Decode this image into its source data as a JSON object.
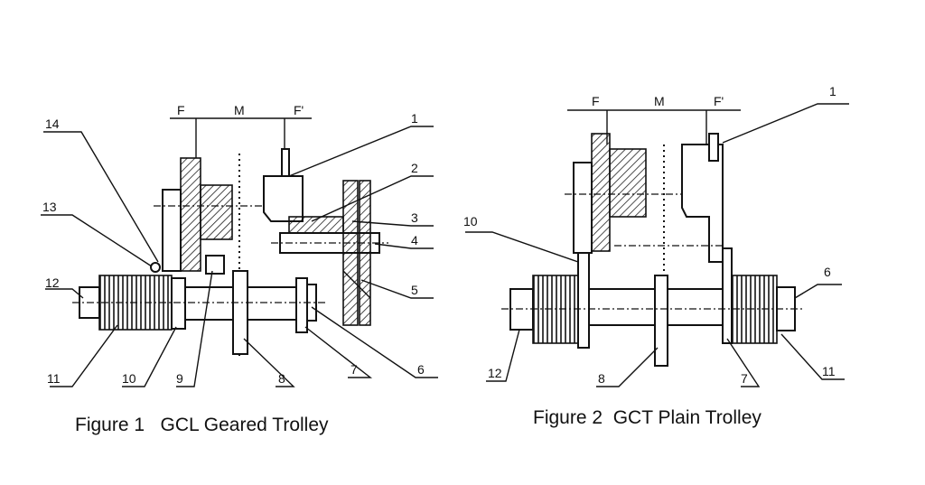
{
  "figure1": {
    "caption": "Figure 1   GCL Geared Trolley",
    "dimension_labels": {
      "f": "F",
      "m": "M",
      "f_prime": "F'"
    },
    "part_numbers": [
      "1",
      "2",
      "3",
      "4",
      "5",
      "6",
      "7",
      "8",
      "9",
      "10",
      "11",
      "12",
      "13",
      "14"
    ]
  },
  "figure2": {
    "caption": "Figure 2  GCT Plain Trolley",
    "dimension_labels": {
      "f": "F",
      "m": "M",
      "f_prime": "F'"
    },
    "part_numbers": [
      "1",
      "6",
      "10",
      "11",
      "12",
      "8",
      "7"
    ]
  }
}
